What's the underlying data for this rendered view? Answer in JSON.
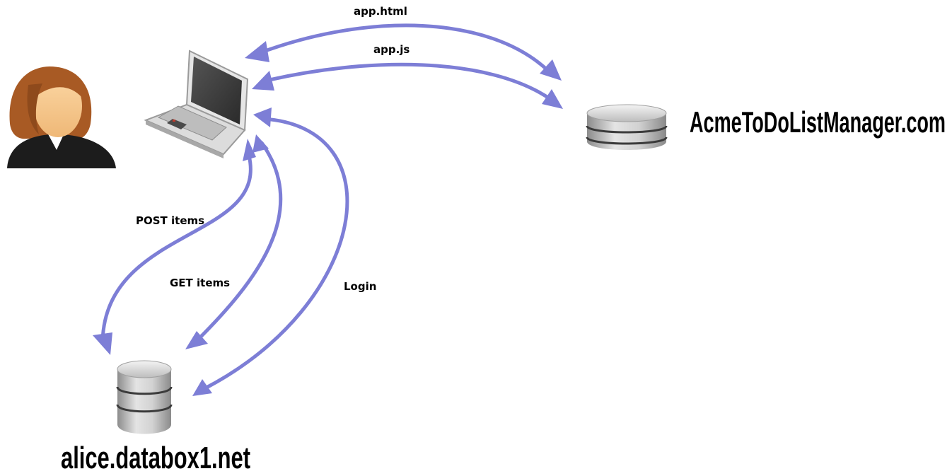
{
  "colors": {
    "arrow": "#7d7ed6",
    "skin": "#f6c58d",
    "hair": "#a85a24",
    "suit": "#1c1c1c",
    "database": "#b9b9b9"
  },
  "nodes": {
    "user": {
      "icon": "user-avatar-icon"
    },
    "laptop": {
      "icon": "laptop-icon"
    },
    "app_server": {
      "icon": "database-icon",
      "label": "AcmeToDoListManager.com"
    },
    "personal_store": {
      "icon": "database-icon",
      "label": "alice.databox1.net"
    }
  },
  "edges": [
    {
      "id": "app-html",
      "label": "app.html",
      "from": "app_server",
      "to": "laptop"
    },
    {
      "id": "app-js",
      "label": "app.js",
      "from": "app_server",
      "to": "laptop"
    },
    {
      "id": "post-items",
      "label": "POST items",
      "from": "laptop",
      "to": "personal_store"
    },
    {
      "id": "get-items",
      "label": "GET items",
      "from": "personal_store",
      "to": "laptop"
    },
    {
      "id": "login",
      "label": "Login",
      "from": "laptop",
      "to": "personal_store"
    }
  ]
}
